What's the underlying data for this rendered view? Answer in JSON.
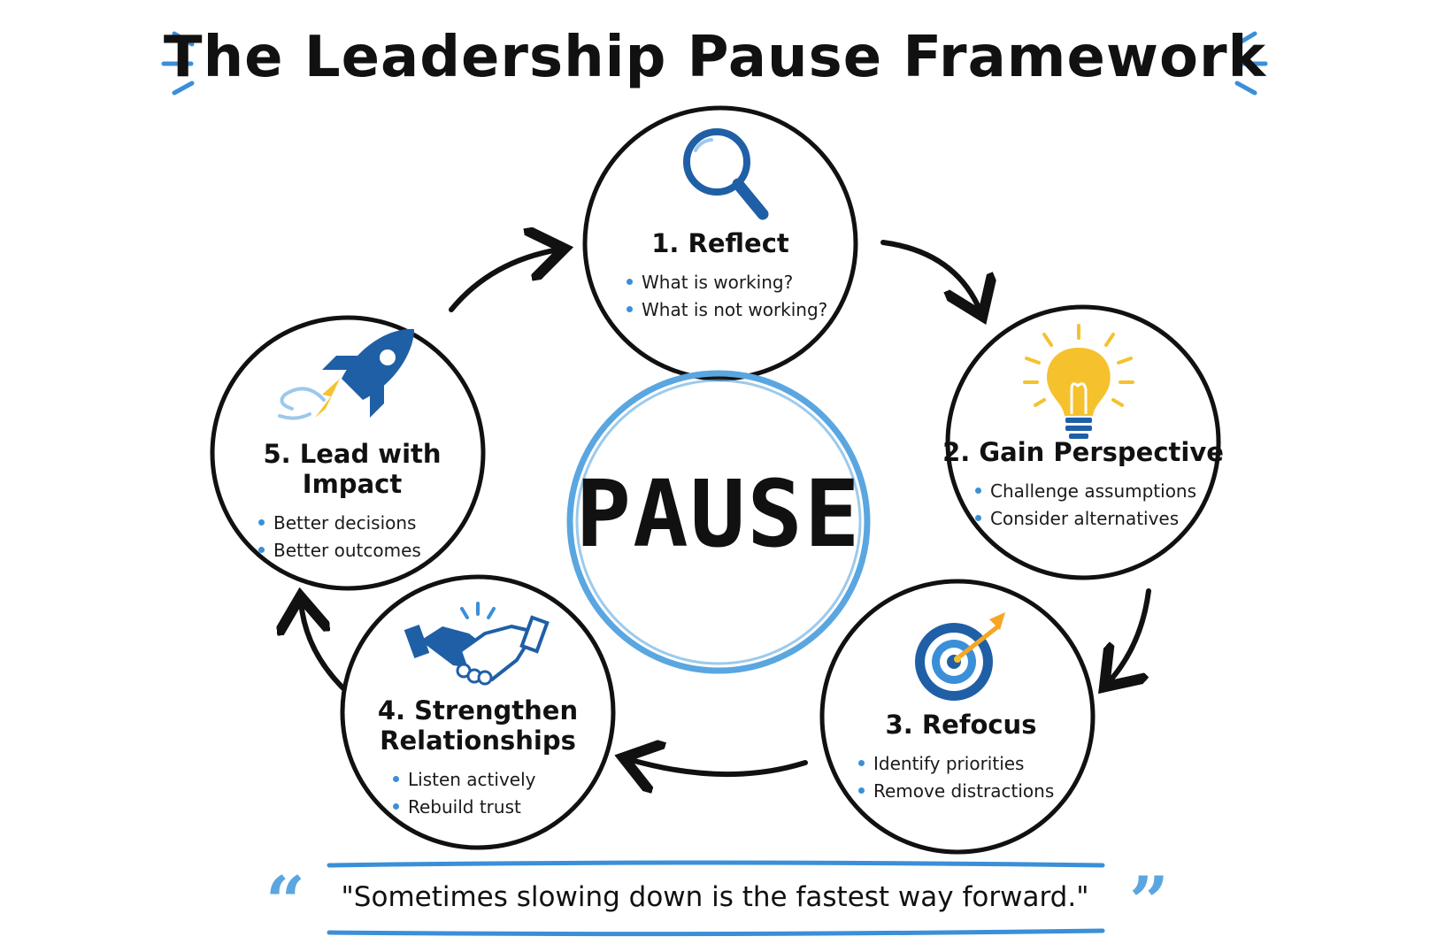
{
  "title": "The Leadership Pause Framework",
  "center_label": "PAUSE",
  "steps": [
    {
      "title": "1. Reflect",
      "bullets": [
        "What is working?",
        "What is not working?"
      ],
      "icon": "magnifying-glass-icon"
    },
    {
      "title": "2. Gain Perspective",
      "bullets": [
        "Challenge assumptions",
        "Consider alternatives"
      ],
      "icon": "lightbulb-icon"
    },
    {
      "title": "3. Refocus",
      "bullets": [
        "Identify priorities",
        "Remove distractions"
      ],
      "icon": "target-icon"
    },
    {
      "title_line1": "4. Strengthen",
      "title_line2": "Relationships",
      "bullets": [
        "Listen actively",
        "Rebuild trust"
      ],
      "icon": "handshake-icon"
    },
    {
      "title": "5. Lead with Impact",
      "bullets": [
        "Better decisions",
        "Better outcomes"
      ],
      "icon": "rocket-icon"
    }
  ],
  "quote": "\"Sometimes slowing down is the fastest way forward.\"",
  "colors": {
    "accent": "#3b8fd8",
    "accent_dark": "#1f5fa6",
    "ring": "#5aa6e0",
    "bulb": "#f5c22e",
    "ink": "#111111"
  }
}
